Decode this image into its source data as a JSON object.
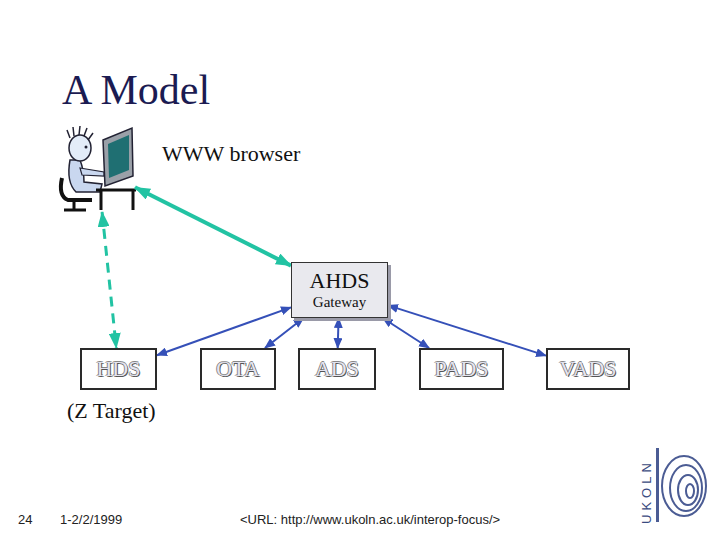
{
  "diagram": {
    "title": "A Model",
    "nodes": [
      {
        "text": [
          "WWW browser"
        ]
      },
      {
        "text": [
          "AHDS",
          "Gateway"
        ]
      },
      {
        "text": [
          "HDS"
        ]
      },
      {
        "text": [
          "OTA"
        ]
      },
      {
        "text": [
          "ADS"
        ]
      },
      {
        "text": [
          "PADS"
        ]
      },
      {
        "text": [
          "VADS"
        ]
      }
    ],
    "edges": [
      {
        "from": 0,
        "to": 1,
        "arrow": "both"
      },
      {
        "from": 0,
        "to": 2,
        "arrow": "both"
      },
      {
        "from": 1,
        "to": 2,
        "arrow": "both"
      },
      {
        "from": 1,
        "to": 3,
        "arrow": "both"
      },
      {
        "from": 1,
        "to": 4,
        "arrow": "both"
      },
      {
        "from": 1,
        "to": 5,
        "arrow": "both"
      },
      {
        "from": 1,
        "to": 6,
        "arrow": "both"
      }
    ],
    "labels": [
      "(Z Target)",
      "24",
      "1-2/2/1999",
      "<URL: http://www.ukoln.ac.uk/interop-focus/>",
      "UKOLN"
    ]
  }
}
